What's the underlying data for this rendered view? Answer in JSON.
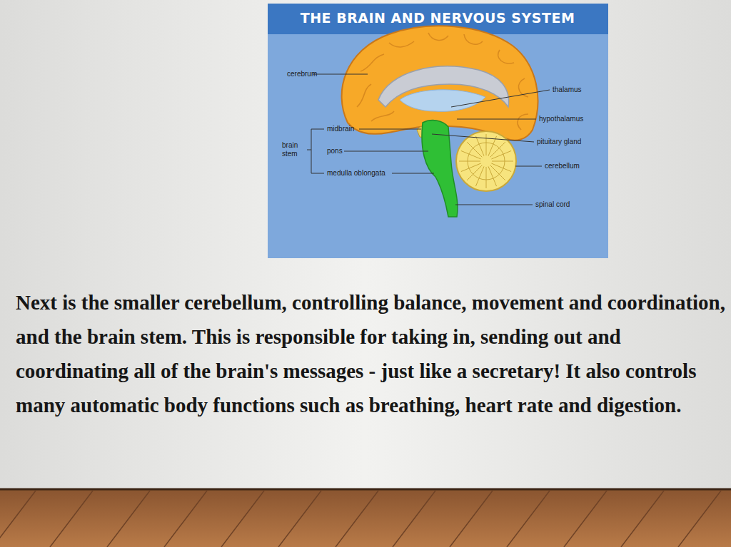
{
  "diagram": {
    "title": "THE BRAIN AND NERVOUS SYSTEM",
    "caption": "Next is the smaller cerebellum, controlling balance, movement and coordination, and the brain stem. This is responsible for taking in, sending out and coordinating all of the brain's messages - just like a secretary! It also controls many automatic body functions such as breathing, heart rate and digestion.",
    "labels": [
      "cerebrum",
      "thalamus",
      "hypothalamus",
      "midbrain",
      "brain stem",
      "pons",
      "pituitary gland",
      "medulla oblongata",
      "cerebellum",
      "spinal cord"
    ]
  }
}
